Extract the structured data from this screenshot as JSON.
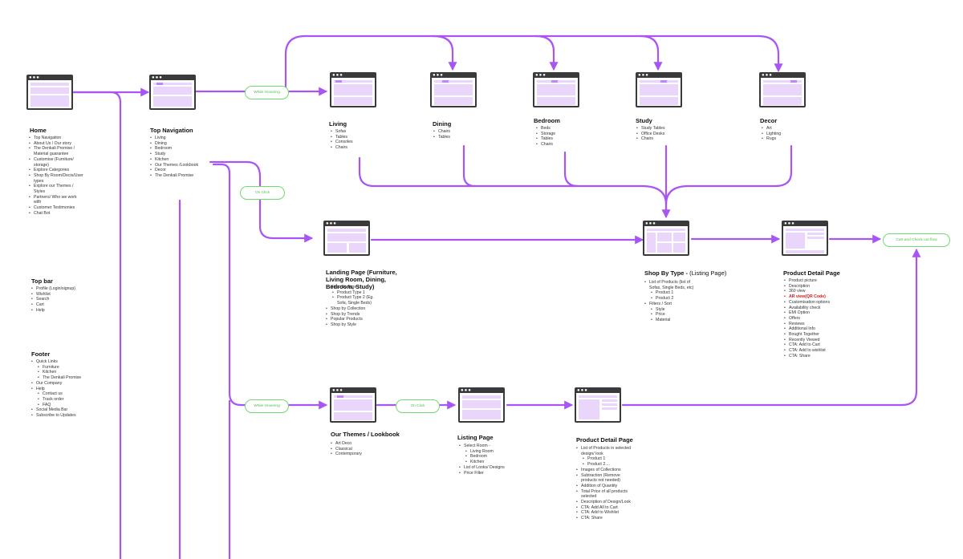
{
  "colors": {
    "connector": "#a855f7",
    "trigger_border": "#6fdc6f",
    "trigger_text": "#4fbf4f",
    "highlight_text": "#e01818"
  },
  "nodes": {
    "home": {
      "title": "Home",
      "items": [
        "Top Navigation",
        "About Us / Our story",
        "The Denkali Promise / Material guarantee",
        "Customise (Furniture/ storage)",
        "Explore Categories",
        "Shop By Room/Decis/User types",
        "Explore our Themes / Styles",
        "Partners/ Who we work with",
        "Customer Testimonies",
        "Chat Bot"
      ]
    },
    "top_bar": {
      "title": "Top bar",
      "items": [
        "Profile (Login/signup)",
        "Wishlist",
        "Search",
        "Cart",
        "Help"
      ]
    },
    "footer": {
      "title": "Footer",
      "items": [
        {
          "text": "Quick Links",
          "level": 0
        },
        {
          "text": "Furniture",
          "level": 1
        },
        {
          "text": "Kitchen",
          "level": 1
        },
        {
          "text": "The Denkali Promise",
          "level": 1
        },
        {
          "text": "Our Company",
          "level": 0
        },
        {
          "text": "Help",
          "level": 0
        },
        {
          "text": "Contact us",
          "level": 1
        },
        {
          "text": "Track order",
          "level": 1
        },
        {
          "text": "FAQ",
          "level": 1
        },
        {
          "text": "Social Media Bar",
          "level": 0
        },
        {
          "text": "Subscribe to Updates",
          "level": 0
        }
      ]
    },
    "top_navigation": {
      "title": "Top Navigation",
      "items": [
        "Living",
        "Dining",
        "Bedroom",
        "Study",
        "Kitchen",
        "Our Themes /Lookbook",
        "Decor",
        "The Denkali Promise"
      ]
    },
    "living": {
      "title": "Living",
      "items": [
        "Sofas",
        "Tables",
        "Consoles",
        "Chairs"
      ]
    },
    "dining": {
      "title": "Dining",
      "items": [
        "Chairs",
        "Tables"
      ]
    },
    "bedroom": {
      "title": "Bedroom",
      "items": [
        "Beds",
        "Storage",
        "Tables",
        "Chairs"
      ]
    },
    "study": {
      "title": "Study",
      "items": [
        "Study Tables",
        "Office Desks",
        "Chairs"
      ]
    },
    "decor": {
      "title": "Decor",
      "items": [
        "Art",
        "Lighting",
        "Rugs"
      ]
    },
    "landing_page": {
      "title": "Landing Page (Furniture, Living Room, Dining, Bedroom, Study)",
      "items": [
        {
          "text": "Shop By Type :",
          "level": 0
        },
        {
          "text": "Product Type 1",
          "level": 1
        },
        {
          "text": "Product Type 2 (Eg. Sofa, Single Beds)",
          "level": 1
        },
        {
          "text": "Shop by Collection",
          "level": 0
        },
        {
          "text": "Shop by Trends",
          "level": 0
        },
        {
          "text": "Popular Products",
          "level": 0
        },
        {
          "text": "Shop by Style",
          "level": 0
        }
      ]
    },
    "shop_by_type": {
      "title": "Shop By Type -",
      "subtitle": "(Listing Page)",
      "items": [
        {
          "text": "List of Products (list of Sofas, Single Beds, etc)",
          "level": 0
        },
        {
          "text": "Product 1",
          "level": 1
        },
        {
          "text": "Product 2",
          "level": 1
        },
        {
          "text": "Filters / Sort",
          "level": 0
        },
        {
          "text": "Style",
          "level": 1
        },
        {
          "text": "Price",
          "level": 1
        },
        {
          "text": "Material",
          "level": 1
        }
      ]
    },
    "product_detail_1": {
      "title": "Product Detail Page",
      "items": [
        {
          "text": "Product picture",
          "highlight": false
        },
        {
          "text": "Description",
          "highlight": false
        },
        {
          "text": "360 view",
          "highlight": false
        },
        {
          "text": "AR view(QR Code)",
          "highlight": true
        },
        {
          "text": "Customisation options",
          "highlight": false
        },
        {
          "text": "Availability check",
          "highlight": false
        },
        {
          "text": "EMI Option",
          "highlight": false
        },
        {
          "text": "Offers",
          "highlight": false
        },
        {
          "text": "Reviews",
          "highlight": false
        },
        {
          "text": "Additional Info",
          "highlight": false
        },
        {
          "text": "Bought Together",
          "highlight": false
        },
        {
          "text": "Recently Viewed",
          "highlight": false
        },
        {
          "text": "CTA: Add to Cart",
          "highlight": false
        },
        {
          "text": "CTA: Add to wishlist",
          "highlight": false
        },
        {
          "text": "CTA: Share",
          "highlight": false
        }
      ]
    },
    "themes": {
      "title": "Our Themes / Lookbook",
      "items": [
        "Art Deco",
        "Classical",
        "Contemporary"
      ]
    },
    "listing_page": {
      "title": "Listing Page",
      "items": [
        {
          "text": "Select Room -",
          "level": 0
        },
        {
          "text": "Living Room",
          "level": 1
        },
        {
          "text": "Bedroom",
          "level": 1
        },
        {
          "text": "Kitchen",
          "level": 1
        },
        {
          "text": "List of Looks/ Designs",
          "level": 0
        },
        {
          "text": "Price Filter",
          "level": 0
        }
      ]
    },
    "product_detail_2": {
      "title": "Product Detail Page",
      "items": [
        {
          "text": "List of Products in selected design/ look",
          "level": 0
        },
        {
          "text": "Product 1",
          "level": 2
        },
        {
          "text": "Product 2....",
          "level": 2
        },
        {
          "text": "Images of Collections",
          "level": 0
        },
        {
          "text": "Subtraction (Remove products not needed)",
          "level": 0
        },
        {
          "text": "Addition of Quantity",
          "level": 0
        },
        {
          "text": "Total Price of all products selected",
          "level": 0
        },
        {
          "text": "Description of Design/Look",
          "level": 0
        },
        {
          "text": "CTA: Add All to Cart",
          "level": 0
        },
        {
          "text": "CTA: Add to Wishlist",
          "level": 0
        },
        {
          "text": "CTA: Share",
          "level": 0
        }
      ]
    }
  },
  "triggers": {
    "hover_top": "While Hovering",
    "click_mid": "On Click",
    "hover_bottom": "While Hovering",
    "click_bottom": "On Click",
    "cart": "Cart and Check out flow"
  }
}
